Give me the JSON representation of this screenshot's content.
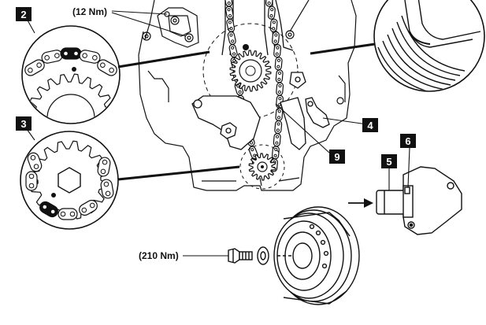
{
  "callouts": [
    {
      "id": "c2",
      "label": "2"
    },
    {
      "id": "c3",
      "label": "3"
    },
    {
      "id": "c4",
      "label": "4"
    },
    {
      "id": "c5",
      "label": "5"
    },
    {
      "id": "c6",
      "label": "6"
    },
    {
      "id": "c9",
      "label": "9"
    }
  ],
  "torque": {
    "top": "(12 Nm)",
    "bolt": "(210 Nm)"
  },
  "colors": {
    "ink": "#111111",
    "paper": "#ffffff"
  }
}
